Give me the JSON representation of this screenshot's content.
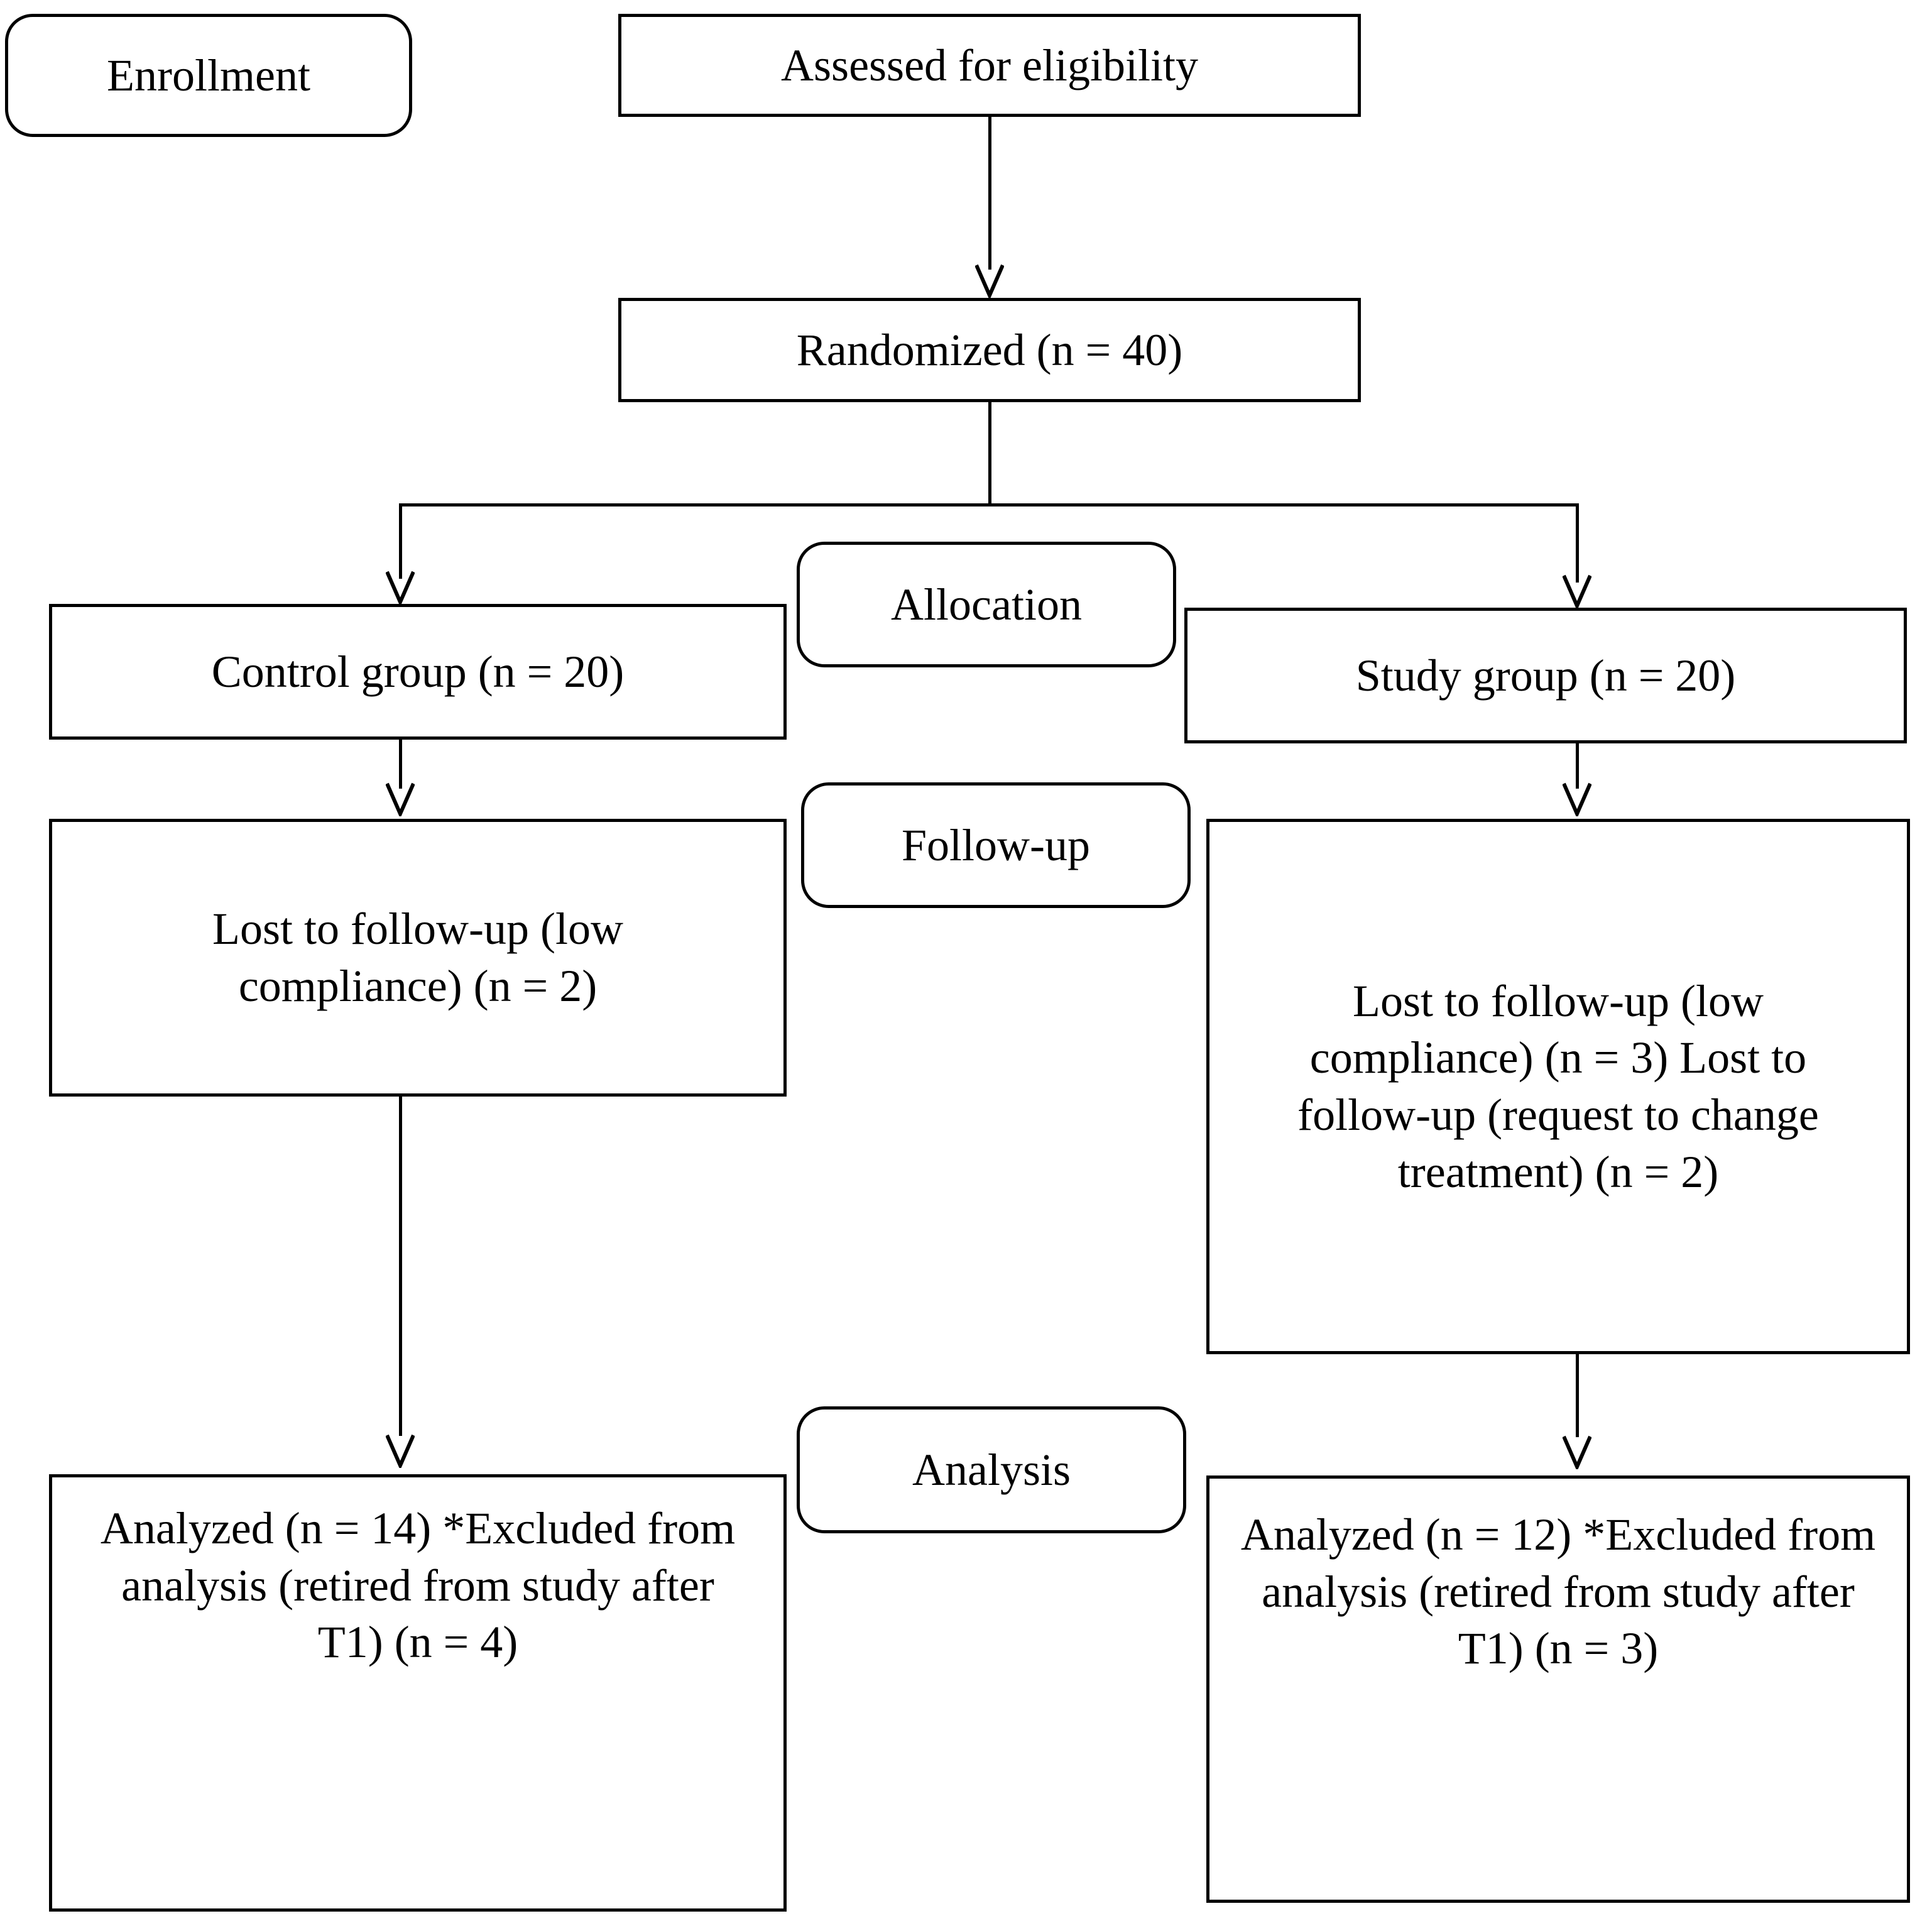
{
  "diagram": {
    "type": "CONSORT participant flow diagram",
    "stages": [
      {
        "id": "enrollment",
        "label": "Enrollment"
      },
      {
        "id": "allocation",
        "label": "Allocation"
      },
      {
        "id": "followup",
        "label": "Follow-up"
      },
      {
        "id": "analysis",
        "label": "Analysis"
      }
    ],
    "nodes": {
      "assessed": {
        "label": "Assessed for eligibility"
      },
      "randomized": {
        "label": "Randomized (n = 40)"
      },
      "control_group": {
        "label": "Control group (n = 20)"
      },
      "study_group": {
        "label": "Study group (n = 20)"
      },
      "control_lost": {
        "label": "Lost to follow-up (low compliance) (n = 2)"
      },
      "study_lost": {
        "label": "Lost to follow-up (low compliance) (n = 3) Lost to follow-up (request to change treatment) (n = 2)"
      },
      "control_analyzed": {
        "label": "Analyzed (n = 14) *Excluded from analysis (retired from study after T1) (n = 4)"
      },
      "study_analyzed": {
        "label": "Analyzed (n = 12) *Excluded from analysis (retired from study after T1) (n = 3)"
      }
    },
    "counts": {
      "randomized": 40,
      "control_allocated": 20,
      "study_allocated": 20,
      "control_lost_low_compliance": 2,
      "study_lost_low_compliance": 3,
      "study_lost_change_treatment": 2,
      "control_analyzed": 14,
      "control_excluded": 4,
      "study_analyzed": 12,
      "study_excluded": 3
    },
    "colors": {
      "stroke": "#000000",
      "background": "#ffffff",
      "text": "#000000"
    }
  }
}
